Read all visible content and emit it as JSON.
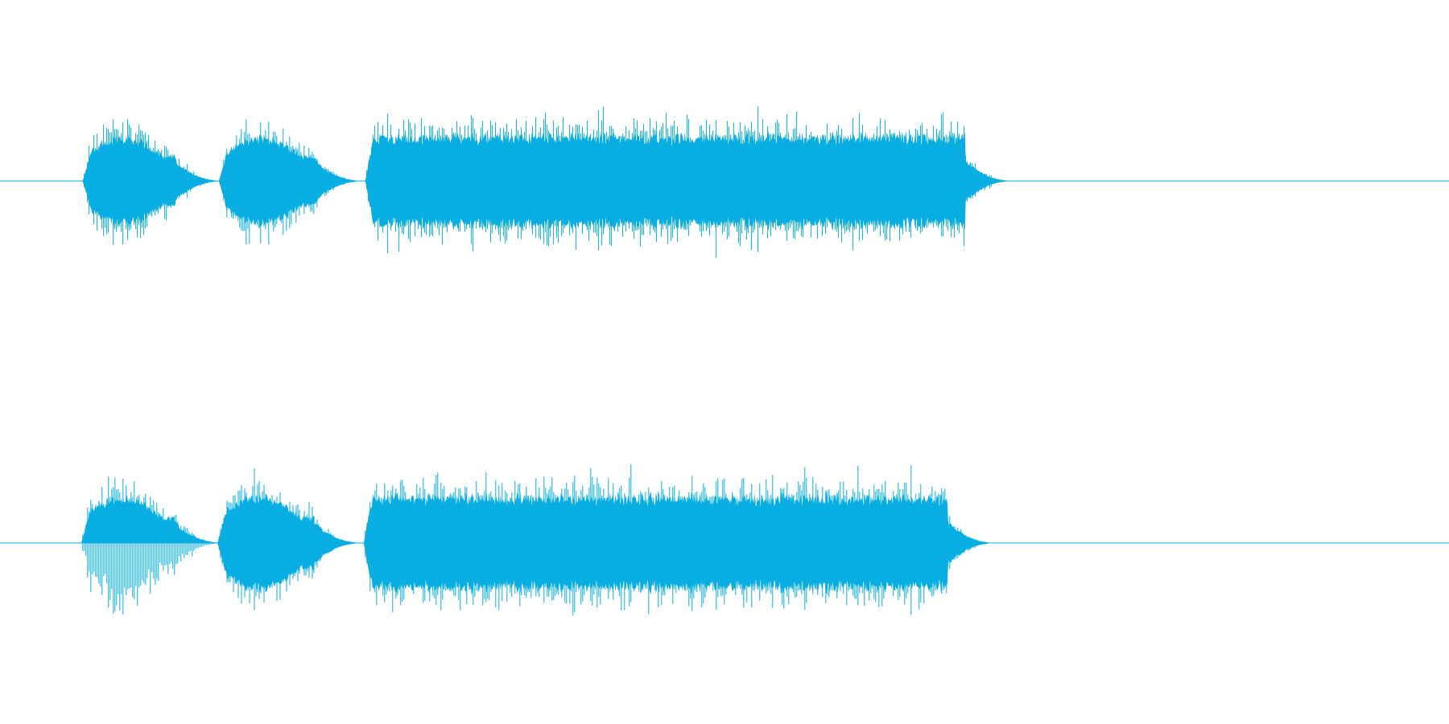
{
  "colors": {
    "background": "#ffffff",
    "waveform": "#08ade2"
  },
  "chart_data": {
    "type": "area",
    "description_of_content": "",
    "channels": [
      {
        "segments": [
          {
            "start": 0.057,
            "end": 0.121,
            "amplitude": 0.75
          },
          {
            "start": 0.151,
            "end": 0.218,
            "amplitude": 0.75
          },
          {
            "start": 0.252,
            "end": 0.666,
            "amplitude": 0.8
          }
        ]
      },
      {
        "segments": [
          {
            "start": 0.056,
            "end": 0.121,
            "amplitude": 0.78
          },
          {
            "start": 0.15,
            "end": 0.217,
            "amplitude": 0.8
          },
          {
            "start": 0.251,
            "end": 0.654,
            "amplitude": 0.82
          }
        ]
      }
    ],
    "xlim": [
      0,
      1
    ],
    "ylim": [
      -1,
      1
    ],
    "grid": false,
    "legend": "none"
  }
}
